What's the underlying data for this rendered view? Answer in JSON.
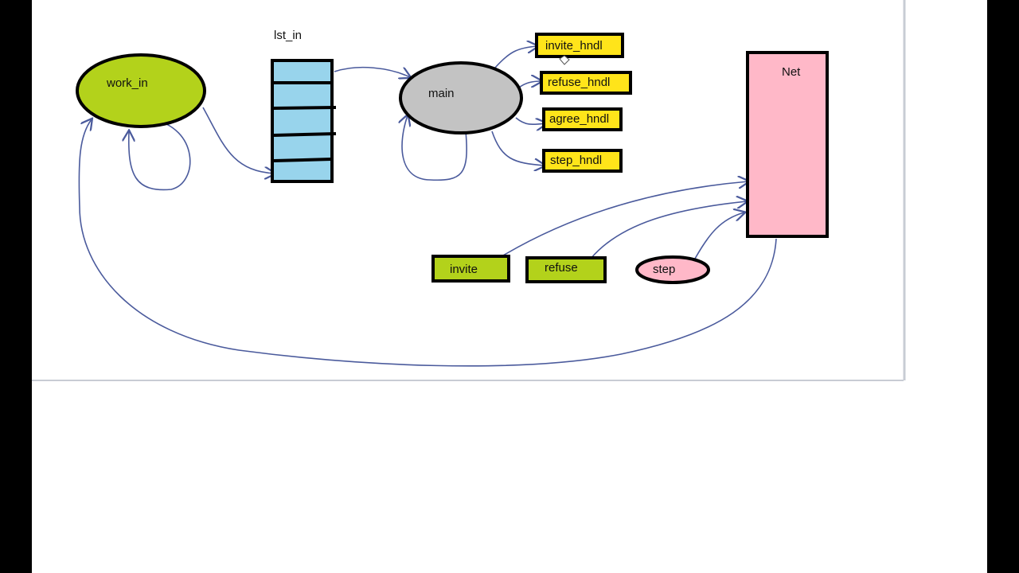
{
  "diagram": {
    "nodes": {
      "work_in": "work_in",
      "lst_in": "lst_in",
      "main": "main",
      "invite_hndl": "invite_hndl",
      "refuse_hndl": "refuse_hndl",
      "agree_hndl": "agree_hndl",
      "step_hndl": "step_hndl",
      "net": "Net",
      "invite": "invite",
      "refuse": "refuse",
      "step": "step"
    },
    "colors": {
      "green": "#b3d21b",
      "queue_blue": "#98d4ec",
      "gray": "#c3c3c3",
      "yellow": "#ffe41a",
      "pink": "#ffb8c8",
      "arrow": "#4a5a9c"
    }
  }
}
